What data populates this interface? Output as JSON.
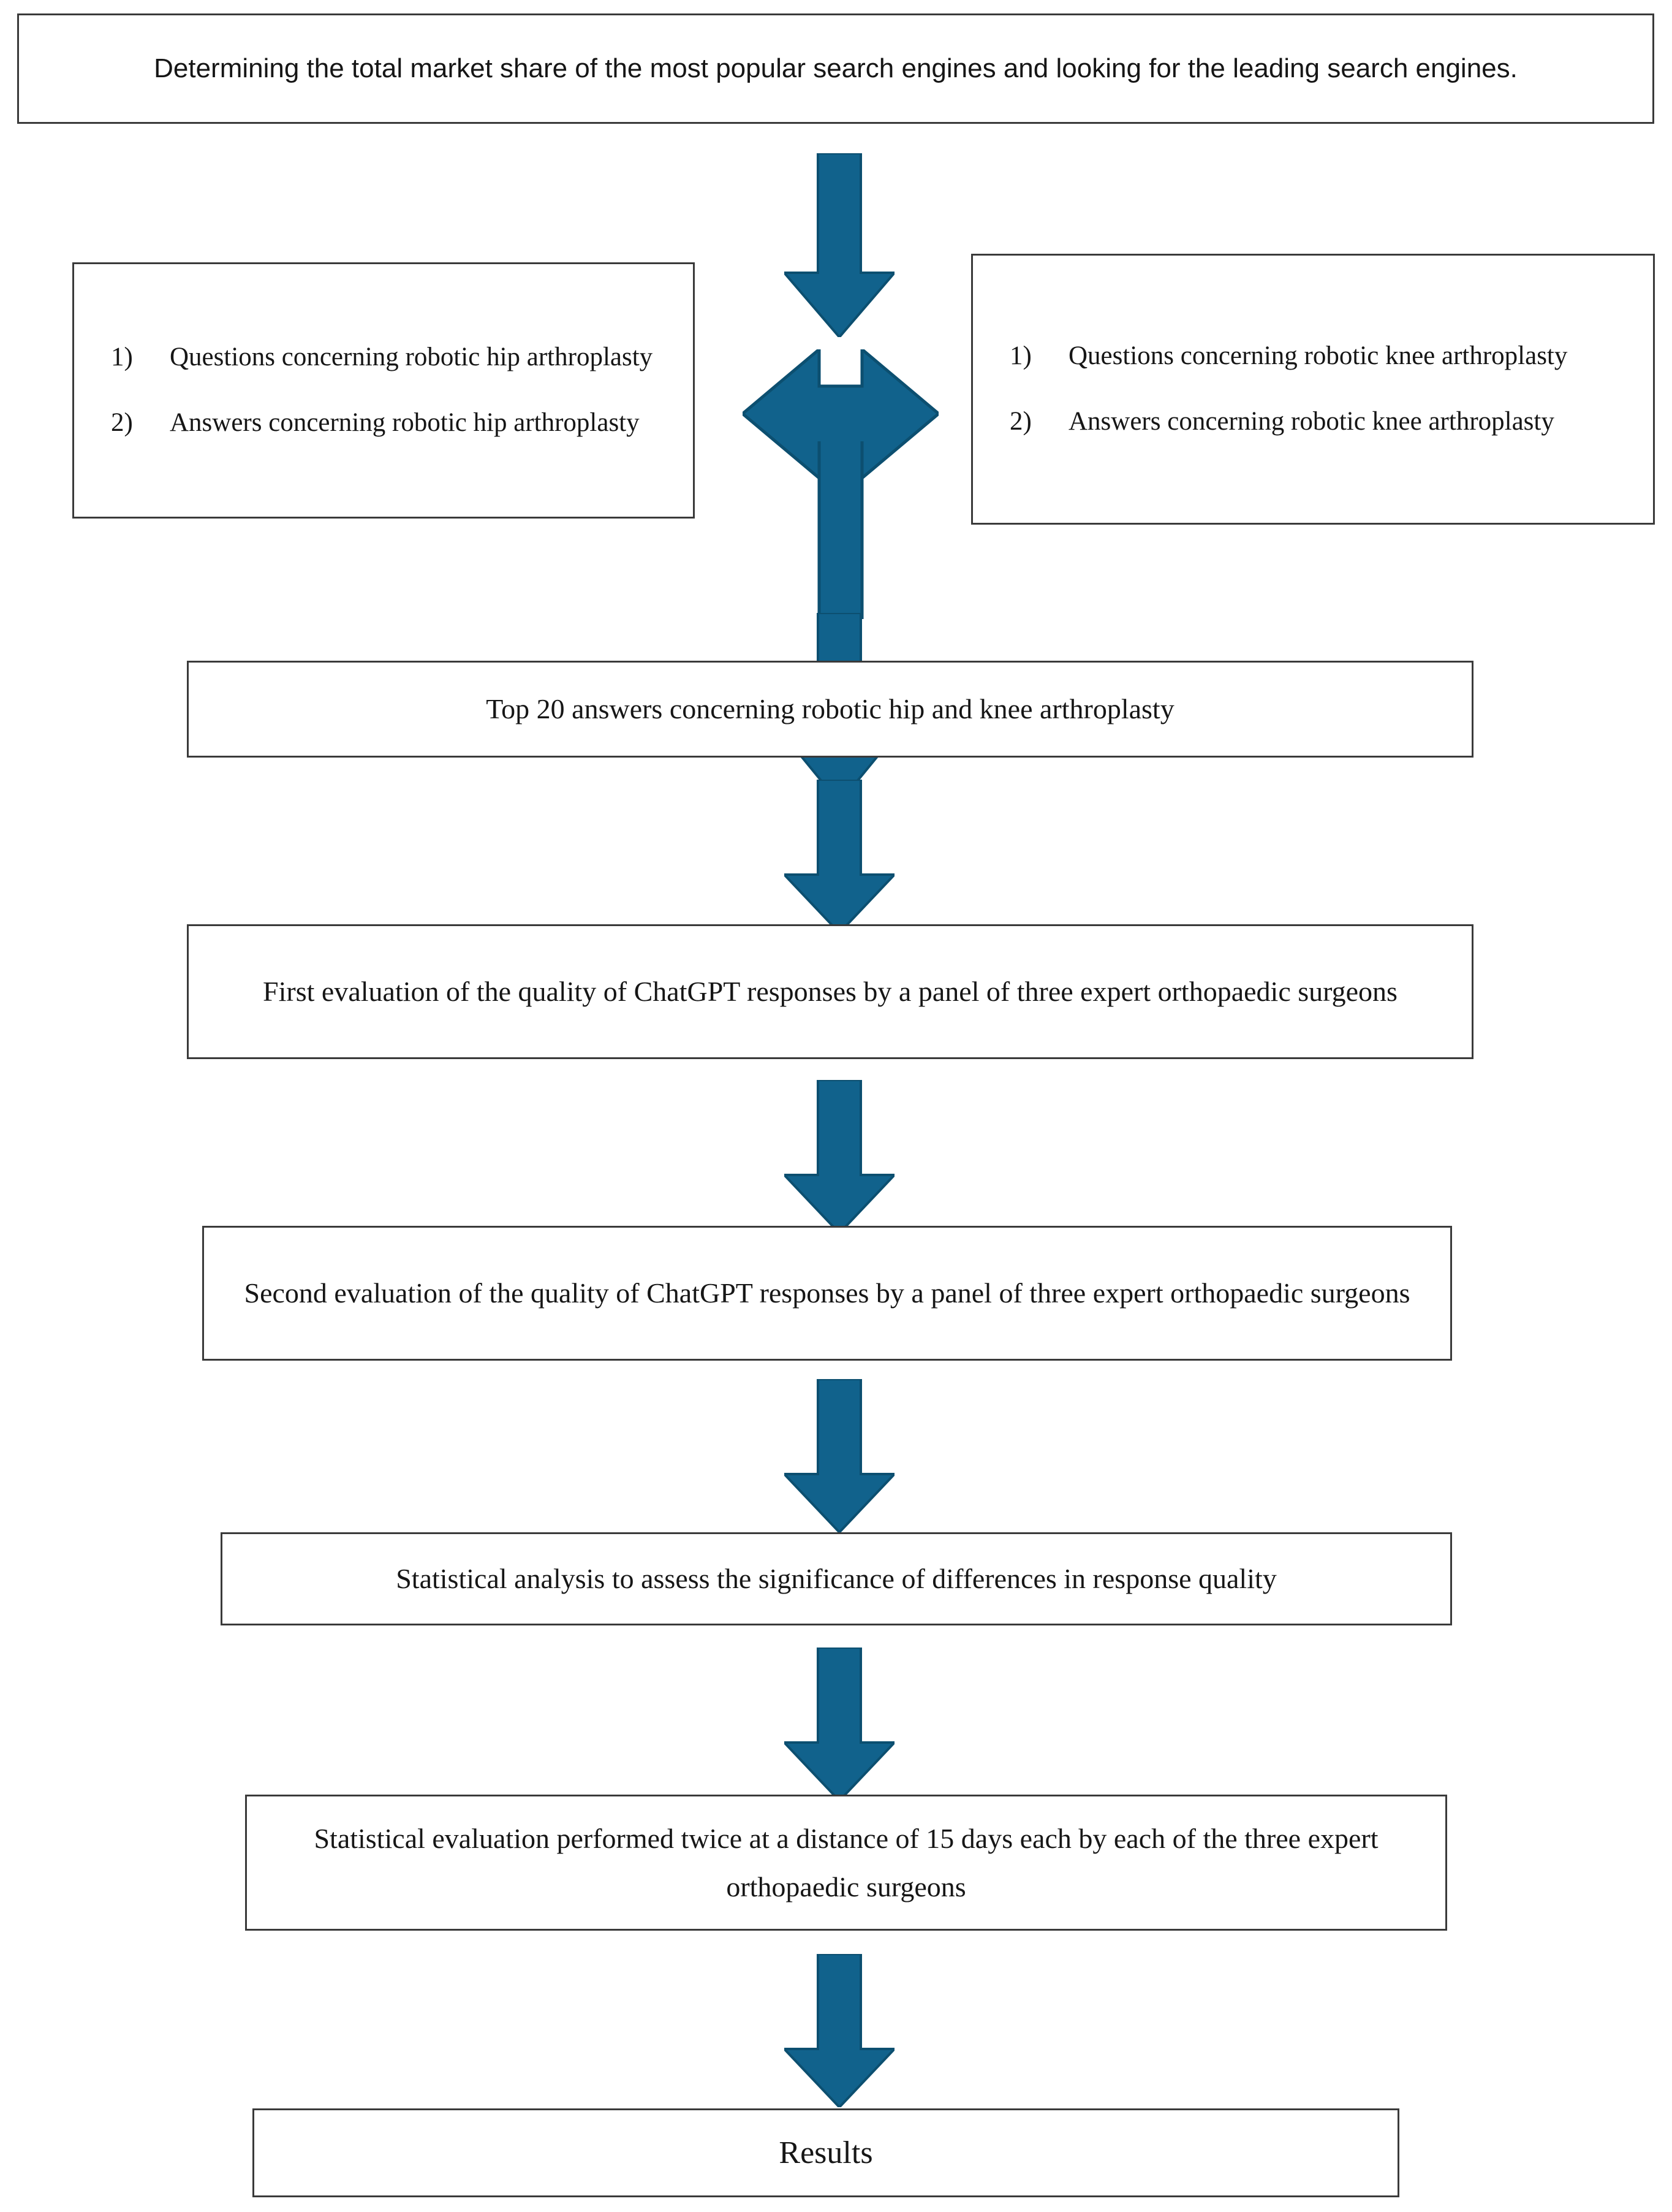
{
  "diagram": {
    "title": "Study methodology flowchart",
    "accent_color": "#11628c",
    "border_color": "#3a3a3a",
    "text_color": "#161616"
  },
  "nodes": {
    "market_share": "Determining the total market share of the most popular search engines and looking for the leading search engines.",
    "hip_box": {
      "items": [
        {
          "num": "1)",
          "text": "Questions concerning robotic hip arthroplasty"
        },
        {
          "num": "2)",
          "text": "Answers concerning robotic hip arthroplasty"
        }
      ]
    },
    "knee_box": {
      "items": [
        {
          "num": "1)",
          "text": "Questions concerning robotic knee arthroplasty"
        },
        {
          "num": "2)",
          "text": "Answers concerning robotic knee arthroplasty"
        }
      ]
    },
    "top20": "Top 20 answers concerning robotic hip and knee arthroplasty",
    "first_eval": "First evaluation of the quality of ChatGPT responses by a panel of three expert orthopaedic surgeons",
    "second_eval": "Second evaluation of the quality of ChatGPT responses by a panel of three expert orthopaedic surgeons",
    "stat_analysis": "Statistical analysis to assess the significance of differences in response quality",
    "stat_eval_twice": "Statistical evaluation performed twice at a distance of 15 days each by each of the three expert orthopaedic surgeons",
    "results": "Results"
  },
  "arrows": {
    "a1": "down-arrow-to-split",
    "a2": "tri-directional-arrow-left-right-down",
    "a3": "down-arrow-to-top20",
    "a4": "down-arrow-to-first-evaluation",
    "a5": "down-arrow-to-second-evaluation",
    "a6": "down-arrow-to-statistical-analysis",
    "a7": "down-arrow-to-statistical-evaluation",
    "a8": "down-arrow-to-results"
  }
}
